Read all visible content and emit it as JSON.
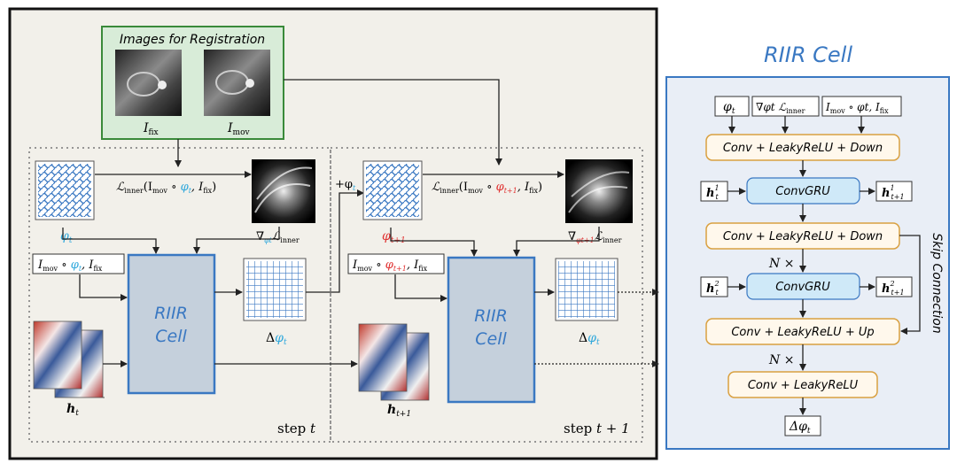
{
  "left": {
    "images_box": {
      "title": "Images for Registration",
      "fix_label": "I",
      "fix_sub": "fix",
      "mov_label": "I",
      "mov_sub": "mov"
    },
    "step_t": {
      "phi": "φ",
      "phi_sub": "t",
      "loss_text": "ℒ",
      "loss_sub": "inner",
      "loss_args_pre": "(I",
      "loss_args_mov": "mov",
      "loss_args_phi": "φ",
      "loss_args_phi_sub": "t",
      "loss_args_post": ", I",
      "loss_args_fix": "fix",
      "grad_label": "∇",
      "grad_sub": "φt",
      "grad_loss": "ℒ",
      "grad_loss_sub": "inner",
      "input_pre": "I",
      "input_mov": "mov",
      "input_phi": "φ",
      "input_phi_sub": "t",
      "input_post": ", I",
      "input_fix": "fix",
      "cell_line1": "RIIR",
      "cell_line2": "Cell",
      "delta_label": "Δ",
      "delta_phi": "φ",
      "delta_sub": "t",
      "h_label": "h",
      "h_sub": "t",
      "step_label": "step ",
      "step_var": "t"
    },
    "step_t1": {
      "plus_label": "+φ",
      "plus_sub": "t",
      "phi": "φ",
      "phi_sub": "t+1",
      "loss_text": "ℒ",
      "loss_sub": "inner",
      "loss_args_pre": "(I",
      "loss_args_mov": "mov",
      "loss_args_phi": "φ",
      "loss_args_phi_sub": "t+1",
      "loss_args_post": ", I",
      "loss_args_fix": "fix",
      "grad_label": "∇",
      "grad_sub": "φt+1",
      "grad_loss": "ℒ",
      "grad_loss_sub": "inner",
      "input_pre": "I",
      "input_mov": "mov",
      "input_phi": "φ",
      "input_phi_sub": "t+1",
      "input_post": ", I",
      "input_fix": "fix",
      "cell_line1": "RIIR",
      "cell_line2": "Cell",
      "delta_label": "Δ",
      "delta_phi": "φ",
      "delta_sub": "t",
      "h_label": "h",
      "h_sub": "t+1",
      "step_label": "step ",
      "step_var": "t + 1"
    }
  },
  "right": {
    "title": "RIIR Cell",
    "inputs": [
      {
        "main": "φ",
        "sub": "t"
      },
      {
        "main": "∇φt ℒ",
        "sub": "inner"
      },
      {
        "main": "I",
        "sub": "mov",
        "rest": " ∘ φt, I",
        "sub2": "fix"
      }
    ],
    "blocks": {
      "b1": "Conv + LeakyReLU + Down",
      "gru1": "ConvGRU",
      "b2": "Conv + LeakyReLU + Down",
      "n1": "N ×",
      "gru2": "ConvGRU",
      "b3": "Conv + LeakyReLU + Up",
      "n2": "N ×",
      "b4": "Conv + LeakyReLU"
    },
    "hidden": {
      "h1_in": "h",
      "h1_in_sup": "1",
      "h1_in_sub": "t",
      "h1_out": "h",
      "h1_out_sup": "1",
      "h1_out_sub": "t+1",
      "h2_in": "h",
      "h2_in_sup": "2",
      "h2_in_sub": "t",
      "h2_out": "h",
      "h2_out_sup": "2",
      "h2_out_sub": "t+1"
    },
    "skip_label": "Skip Connection",
    "output": "Δφ",
    "output_sub": "t"
  },
  "colors": {
    "blue_accent": "#3a78c2",
    "red_accent": "#e03030",
    "cyan_phi": "#2fa8dc",
    "image_box_fill": "#d8ecd8",
    "image_box_border": "#3a8a3a",
    "cell_fill": "#c5d0dc",
    "cell_border": "#3a78c2",
    "panel_fill": "#e9eef6",
    "orange_block_border": "#d9a040",
    "orange_block_fill": "#fff8ec",
    "gru_fill": "#cfe9f8"
  }
}
